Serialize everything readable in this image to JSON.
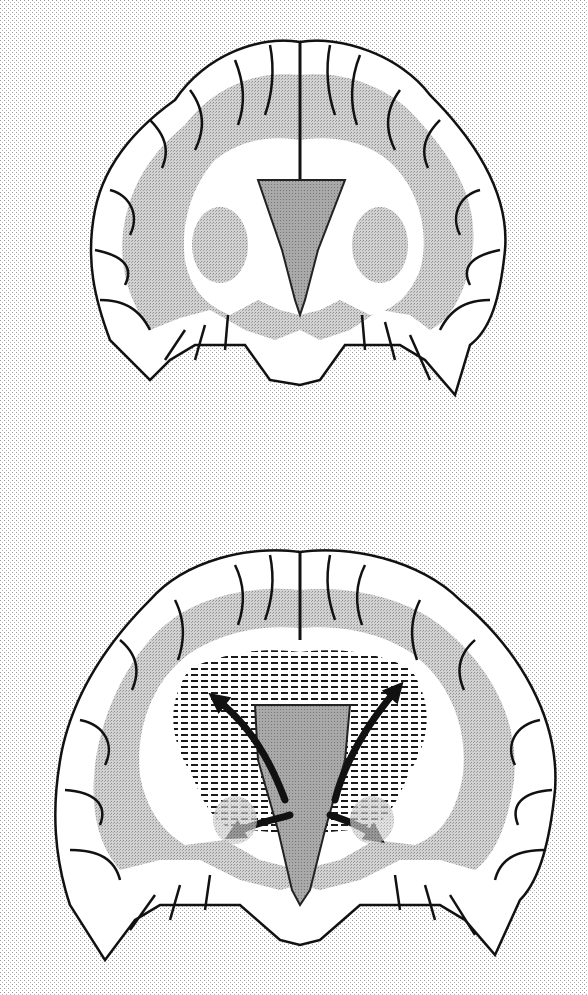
{
  "figure": {
    "panels": [
      {
        "id": "top",
        "view": "coronal-section",
        "ventricle_state": "normal"
      },
      {
        "id": "bottom",
        "view": "coronal-section",
        "ventricle_state": "enlarged",
        "arrows": 4,
        "hatched_edema_zone": true
      }
    ],
    "colors": {
      "background_stipple": "#cfcfcf",
      "cortex_fill": "#ffffff",
      "gray_matter": "#c8c8c8",
      "ventricle": "#a8a8a8",
      "outline": "#111111"
    }
  }
}
